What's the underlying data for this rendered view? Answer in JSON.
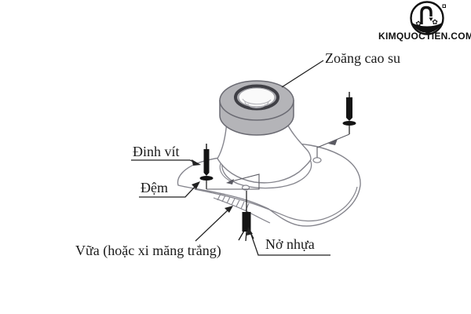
{
  "brand": {
    "name": "KIMQUOCTIEN.COM",
    "logo_icon": "faucet-logo"
  },
  "diagram": {
    "title_implied": "toilet flange installation diagram",
    "labels": {
      "gasket": "Zoăng cao su",
      "screw": "Đinh vít",
      "washer": "Đệm",
      "mortar": "Vữa (hoặc xi măng trắng)",
      "anchor": "Nở nhựa"
    },
    "colors": {
      "outline": "#85858d",
      "gasket_fill": "#b4b4b8",
      "gasket_edge": "#6a6a72",
      "hardware": "#141414",
      "leader": "#222222",
      "label_text": "#1b1b1b",
      "background": "#ffffff"
    }
  }
}
